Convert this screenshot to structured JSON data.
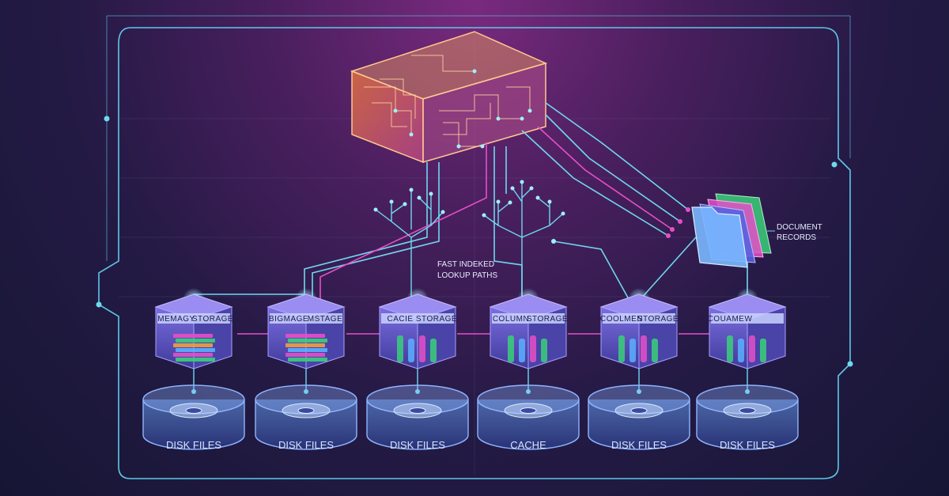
{
  "annotations": {
    "fast_paths_line1": "FAST INDEKED",
    "fast_paths_line2": "LOOKUP PATHS",
    "document_line1": "DOCUMENT",
    "document_line2": "RECORDS"
  },
  "cubes": [
    {
      "label_left": "MEMAGY",
      "label_right": "STORAGE",
      "kind": "books"
    },
    {
      "label_left": "BIGMAGE",
      "label_right": "MSTAGE",
      "kind": "books"
    },
    {
      "label_left": "CACIE",
      "label_right": "STORAGE",
      "kind": "columns"
    },
    {
      "label_left": "COLUMN",
      "label_right": "STORAGE",
      "kind": "columns"
    },
    {
      "label_left": "COOLMEN",
      "label_right": "STORAGE",
      "kind": "columns"
    },
    {
      "label_left": "COUAMEW",
      "label_right": "",
      "kind": "columns"
    }
  ],
  "disks": [
    {
      "label": "DISK FILES"
    },
    {
      "label": "DISK FILES"
    },
    {
      "label": "DISK FILES"
    },
    {
      "label": "CACHE"
    },
    {
      "label": "DISK FILES"
    },
    {
      "label": "DISK FILES"
    }
  ],
  "colors": {
    "line": "#6fd8f0",
    "magenta": "#e64fc8",
    "cube_top": "#9a8cf0",
    "cube_front": "#5a4fc0",
    "disk": "#8fb5ff"
  }
}
